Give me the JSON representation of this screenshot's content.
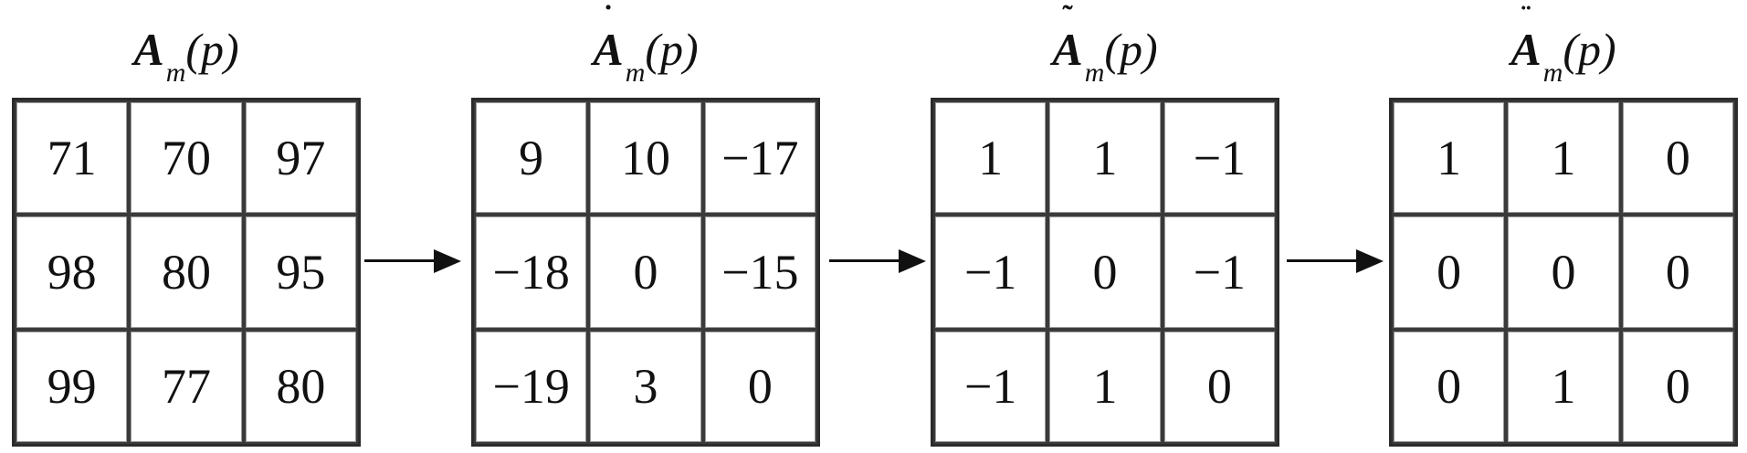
{
  "panels": [
    {
      "title": {
        "symbol": "A",
        "accent": "",
        "sub": "m",
        "arg": "(p)"
      },
      "rows": [
        [
          "71",
          "70",
          "97"
        ],
        [
          "98",
          "80",
          "95"
        ],
        [
          "99",
          "77",
          "80"
        ]
      ]
    },
    {
      "title": {
        "symbol": "A",
        "accent": "˙",
        "sub": "m",
        "arg": "(p)"
      },
      "rows": [
        [
          "9",
          "10",
          "−17"
        ],
        [
          "−18",
          "0",
          "−15"
        ],
        [
          "−19",
          "3",
          "0"
        ]
      ]
    },
    {
      "title": {
        "symbol": "A",
        "accent": "˜",
        "sub": "m",
        "arg": "(p)"
      },
      "rows": [
        [
          "1",
          "1",
          "−1"
        ],
        [
          "−1",
          "0",
          "−1"
        ],
        [
          "−1",
          "1",
          "0"
        ]
      ]
    },
    {
      "title": {
        "symbol": "A",
        "accent": "¨",
        "sub": "m",
        "arg": "(p)"
      },
      "rows": [
        [
          "1",
          "1",
          "0"
        ],
        [
          "0",
          "0",
          "0"
        ],
        [
          "0",
          "1",
          "0"
        ]
      ]
    }
  ]
}
